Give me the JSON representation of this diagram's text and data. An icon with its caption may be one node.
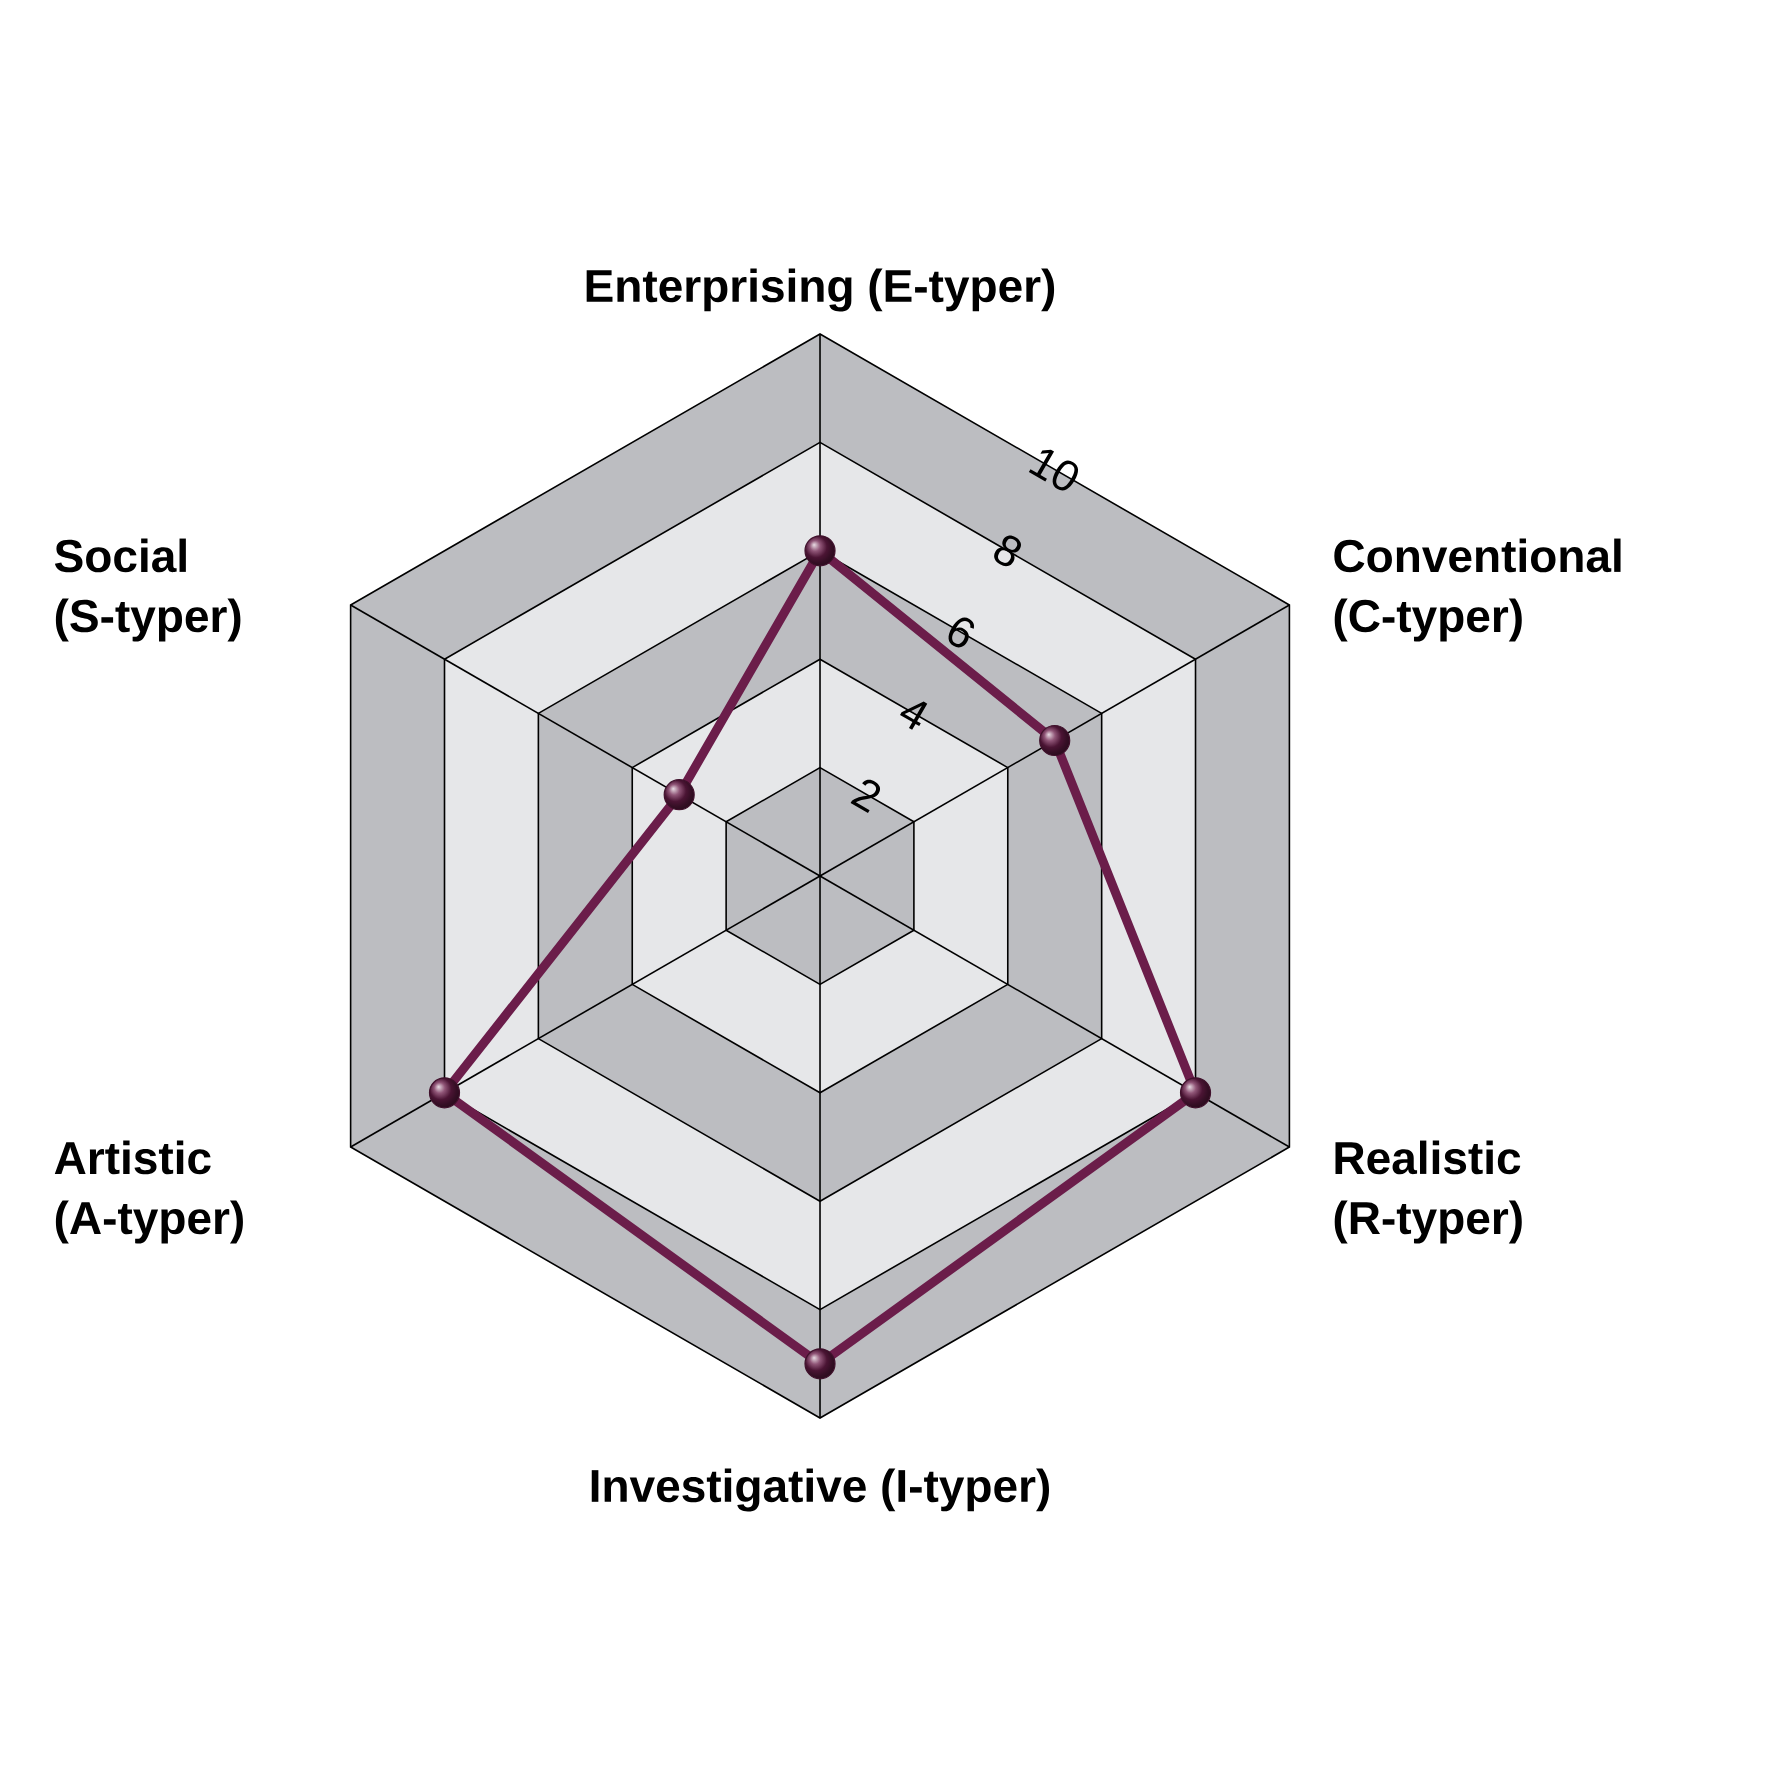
{
  "diagram": {
    "labels": [
      "Enterprising (E-typer)",
      "10",
      "8",
      "Social (S-typer)",
      "Conventional (C-typer)",
      "6",
      "4",
      "2",
      "Artistic (A-typer)",
      "Realistic (R-typer)",
      "Investigative (I-typer)"
    ]
  }
}
